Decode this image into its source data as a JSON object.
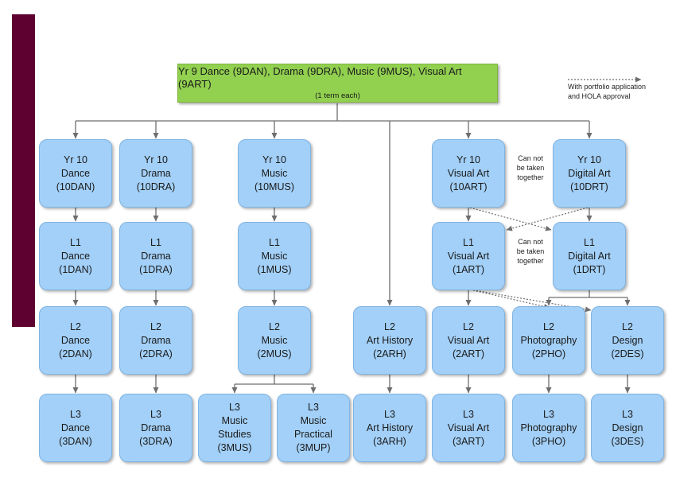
{
  "top": {
    "title": "Yr 9 Dance (9DAN), Drama (9DRA), Music (9MUS), Visual Art (9ART)",
    "subtitle": "(1 term each)"
  },
  "legend": {
    "line1": "With portfolio application",
    "line2": "and HOLA approval"
  },
  "notes": {
    "yr10": [
      "Can not",
      "be taken",
      "together"
    ],
    "l1": [
      "Can not",
      "be taken",
      "together"
    ]
  },
  "nodes": {
    "yr10_dance": [
      "Yr 10",
      "Dance",
      "(10DAN)"
    ],
    "yr10_drama": [
      "Yr 10",
      "Drama",
      "(10DRA)"
    ],
    "yr10_music": [
      "Yr 10",
      "Music",
      "(10MUS)"
    ],
    "yr10_visual_art": [
      "Yr 10",
      "Visual Art",
      "(10ART)"
    ],
    "yr10_digital_art": [
      "Yr 10",
      "Digital Art",
      "(10DRT)"
    ],
    "l1_dance": [
      "L1",
      "Dance",
      "(1DAN)"
    ],
    "l1_drama": [
      "L1",
      "Drama",
      "(1DRA)"
    ],
    "l1_music": [
      "L1",
      "Music",
      "(1MUS)"
    ],
    "l1_visual_art": [
      "L1",
      "Visual Art",
      "(1ART)"
    ],
    "l1_digital_art": [
      "L1",
      "Digital Art",
      "(1DRT)"
    ],
    "l2_dance": [
      "L2",
      "Dance",
      "(2DAN)"
    ],
    "l2_drama": [
      "L2",
      "Drama",
      "(2DRA)"
    ],
    "l2_music": [
      "L2",
      "Music",
      "(2MUS)"
    ],
    "l2_art_history": [
      "L2",
      "Art History",
      "(2ARH)"
    ],
    "l2_visual_art": [
      "L2",
      "Visual Art",
      "(2ART)"
    ],
    "l2_photography": [
      "L2",
      "Photography",
      "(2PHO)"
    ],
    "l2_design": [
      "L2",
      "Design",
      "(2DES)"
    ],
    "l3_dance": [
      "L3",
      "Dance",
      "(3DAN)"
    ],
    "l3_drama": [
      "L3",
      "Drama",
      "(3DRA)"
    ],
    "l3_music_studies": [
      "L3",
      "Music",
      "Studies",
      "(3MUS)"
    ],
    "l3_music_practical": [
      "L3",
      "Music",
      "Practical",
      "(3MUP)"
    ],
    "l3_art_history": [
      "L3",
      "Art History",
      "(3ARH)"
    ],
    "l3_visual_art": [
      "L3",
      "Visual Art",
      "(3ART)"
    ],
    "l3_photography": [
      "L3",
      "Photography",
      "(3PHO)"
    ],
    "l3_design": [
      "L3",
      "Design",
      "(3DES)"
    ]
  },
  "colors": {
    "accent_bar": "#5e0131",
    "top_box": "#92d050",
    "node_fill": "#a3d0f8",
    "connector": "#6e6e6e"
  }
}
